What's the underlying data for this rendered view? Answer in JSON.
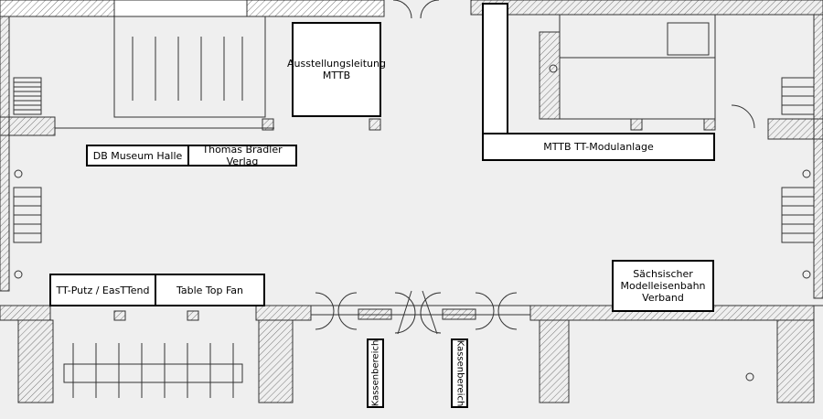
{
  "floor_plan": {
    "booths": {
      "ausstellungsleitung": [
        "Ausstellungsleitung",
        "MTTB"
      ],
      "mttb_modulanlage": "MTTB TT-Modulanlage",
      "db_museum": "DB Museum Halle",
      "bradler": "Thomas Bradler Verlag",
      "tt_putz": "TT-Putz / EasTTend",
      "table_top_fan": "Table Top Fan",
      "smv": [
        "Sächsischer",
        "Modelleisenbahn",
        "Verband"
      ],
      "kasse_left": "Kassenbereich",
      "kasse_right": "Kassenbereich"
    }
  }
}
